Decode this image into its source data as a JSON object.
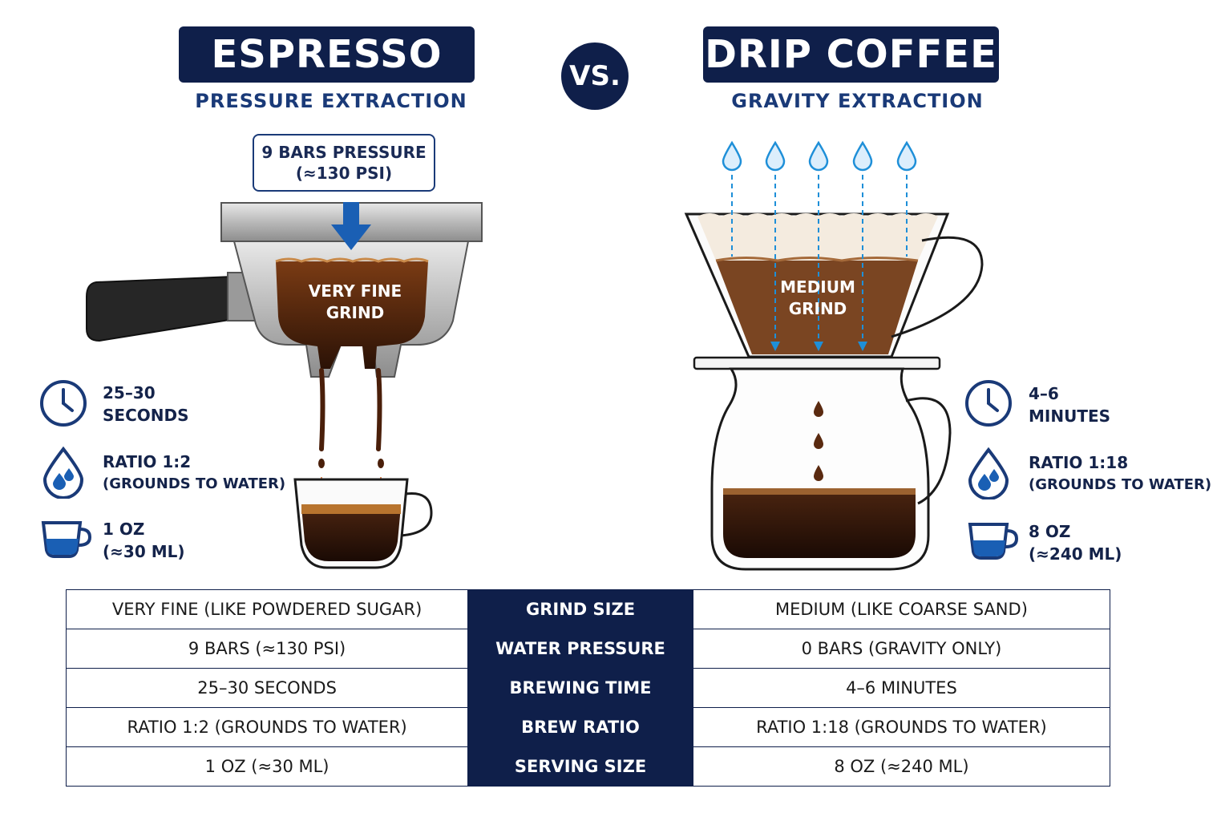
{
  "espresso": {
    "title": "ESPRESSO",
    "subtitle": "PRESSURE EXTRACTION",
    "pressure_label_line1": "9 BARS PRESSURE",
    "pressure_label_line2": "(≈130 PSI)",
    "grind_line1": "VERY FINE",
    "grind_line2": "GRIND",
    "stats": {
      "time_line1": "25–30",
      "time_line2": "SECONDS",
      "ratio_line1": "RATIO 1:2",
      "ratio_line2": "(GROUNDS TO WATER)",
      "size_line1": "1 OZ",
      "size_line2": "(≈30 ML)"
    }
  },
  "vs_label": "VS.",
  "drip": {
    "title": "DRIP COFFEE",
    "subtitle": "GRAVITY EXTRACTION",
    "grind_line1": "MEDIUM",
    "grind_line2": "GRIND",
    "stats": {
      "time_line1": "4–6",
      "time_line2": "MINUTES",
      "ratio_line1": "RATIO 1:18",
      "ratio_line2": "(GROUNDS TO WATER)",
      "size_line1": "8 OZ",
      "size_line2": "(≈240 ML)"
    }
  },
  "icons": {
    "time": "clock-icon",
    "ratio": "water-drop-icon",
    "size": "cup-icon"
  },
  "colors": {
    "navy": "#0f1f4a",
    "accent_blue": "#1a5fb4",
    "coffee": "#3a1c0c",
    "crema": "#b8742e"
  },
  "table": {
    "rows": [
      {
        "espresso": "VERY FINE (LIKE POWDERED SUGAR)",
        "label": "GRIND SIZE",
        "drip": "MEDIUM (LIKE COARSE SAND)"
      },
      {
        "espresso": "9 BARS (≈130 PSI)",
        "label": "WATER PRESSURE",
        "drip": "0 BARS (GRAVITY ONLY)"
      },
      {
        "espresso": "25–30 SECONDS",
        "label": "BREWING TIME",
        "drip": "4–6 MINUTES"
      },
      {
        "espresso": "RATIO 1:2 (GROUNDS TO WATER)",
        "label": "BREW RATIO",
        "drip": "RATIO 1:18 (GROUNDS TO WATER)"
      },
      {
        "espresso": "1 OZ (≈30 ML)",
        "label": "SERVING SIZE",
        "drip": "8 OZ (≈240 ML)"
      }
    ]
  }
}
